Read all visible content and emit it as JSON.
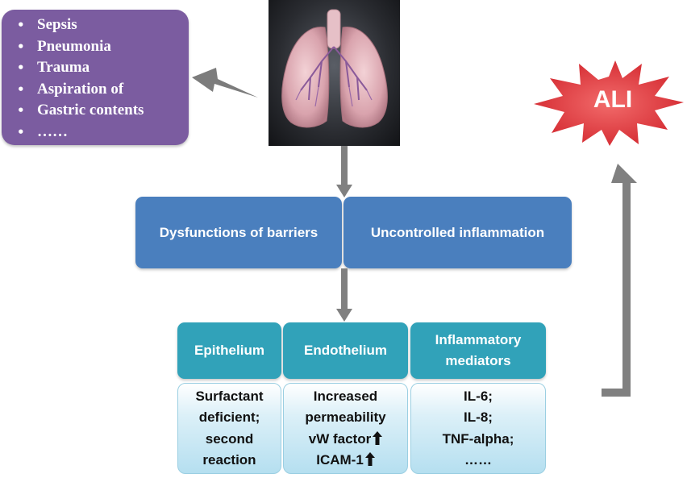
{
  "causes": {
    "items": [
      "Sepsis",
      "Pneumonia",
      "Trauma",
      "Aspiration of",
      "Gastric contents",
      "……"
    ]
  },
  "barriers": {
    "left_label": "Dysfunctions of barriers",
    "right_label": "Uncontrolled inflammation"
  },
  "columns": [
    {
      "header": "Epithelium",
      "lines": [
        "Surfactant",
        "deficient;",
        "second",
        "reaction"
      ]
    },
    {
      "header": "Endothelium",
      "lines": [
        "Increased",
        "permeability",
        "vW factor",
        "ICAM-1"
      ]
    },
    {
      "header_lines": [
        "Inflammatory",
        "mediators"
      ],
      "lines": [
        "IL-6;",
        "IL-8;",
        "TNF-alpha;",
        "……"
      ]
    }
  ],
  "outcome": {
    "label": "ALI"
  },
  "icons": [
    "lightning-icon",
    "lungs-image",
    "arrow-down-icon",
    "arrow-up-icon",
    "starburst-icon"
  ],
  "colors": {
    "causes_bg": "#7b5ca0",
    "bar_bg": "#4a7fbe",
    "header_bg": "#31a2b9",
    "cell_bg": "#cdeaf5",
    "arrow": "#808080",
    "burst": "#e0353b"
  }
}
